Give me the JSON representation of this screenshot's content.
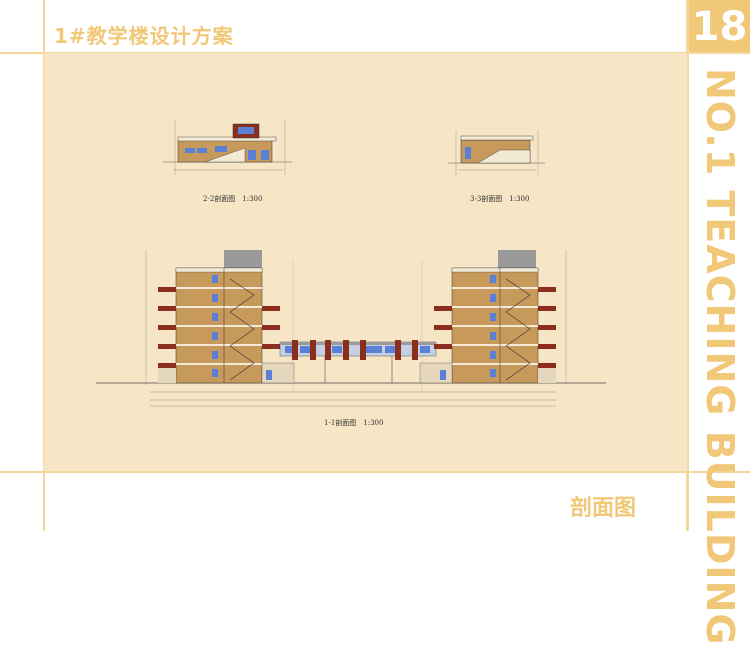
{
  "header": {
    "title": "1#教学楼设计方案",
    "page_number": "18"
  },
  "side_title": "NO.1 TEACHING BUILDING",
  "footer_label": "剖面图",
  "drawings": {
    "section_22": {
      "caption": "2-2剖面图　1:300"
    },
    "section_33": {
      "caption": "3-3剖面图　1:300"
    },
    "section_11": {
      "caption": "1-1剖面图　1:300"
    }
  },
  "colors": {
    "accent": "#f0c878",
    "panel": "#f6e6c6",
    "wall": "#c79a5c",
    "window": "#5a7fd6",
    "roof": "#9a9a9a",
    "balcony": "#8c2e1e"
  }
}
